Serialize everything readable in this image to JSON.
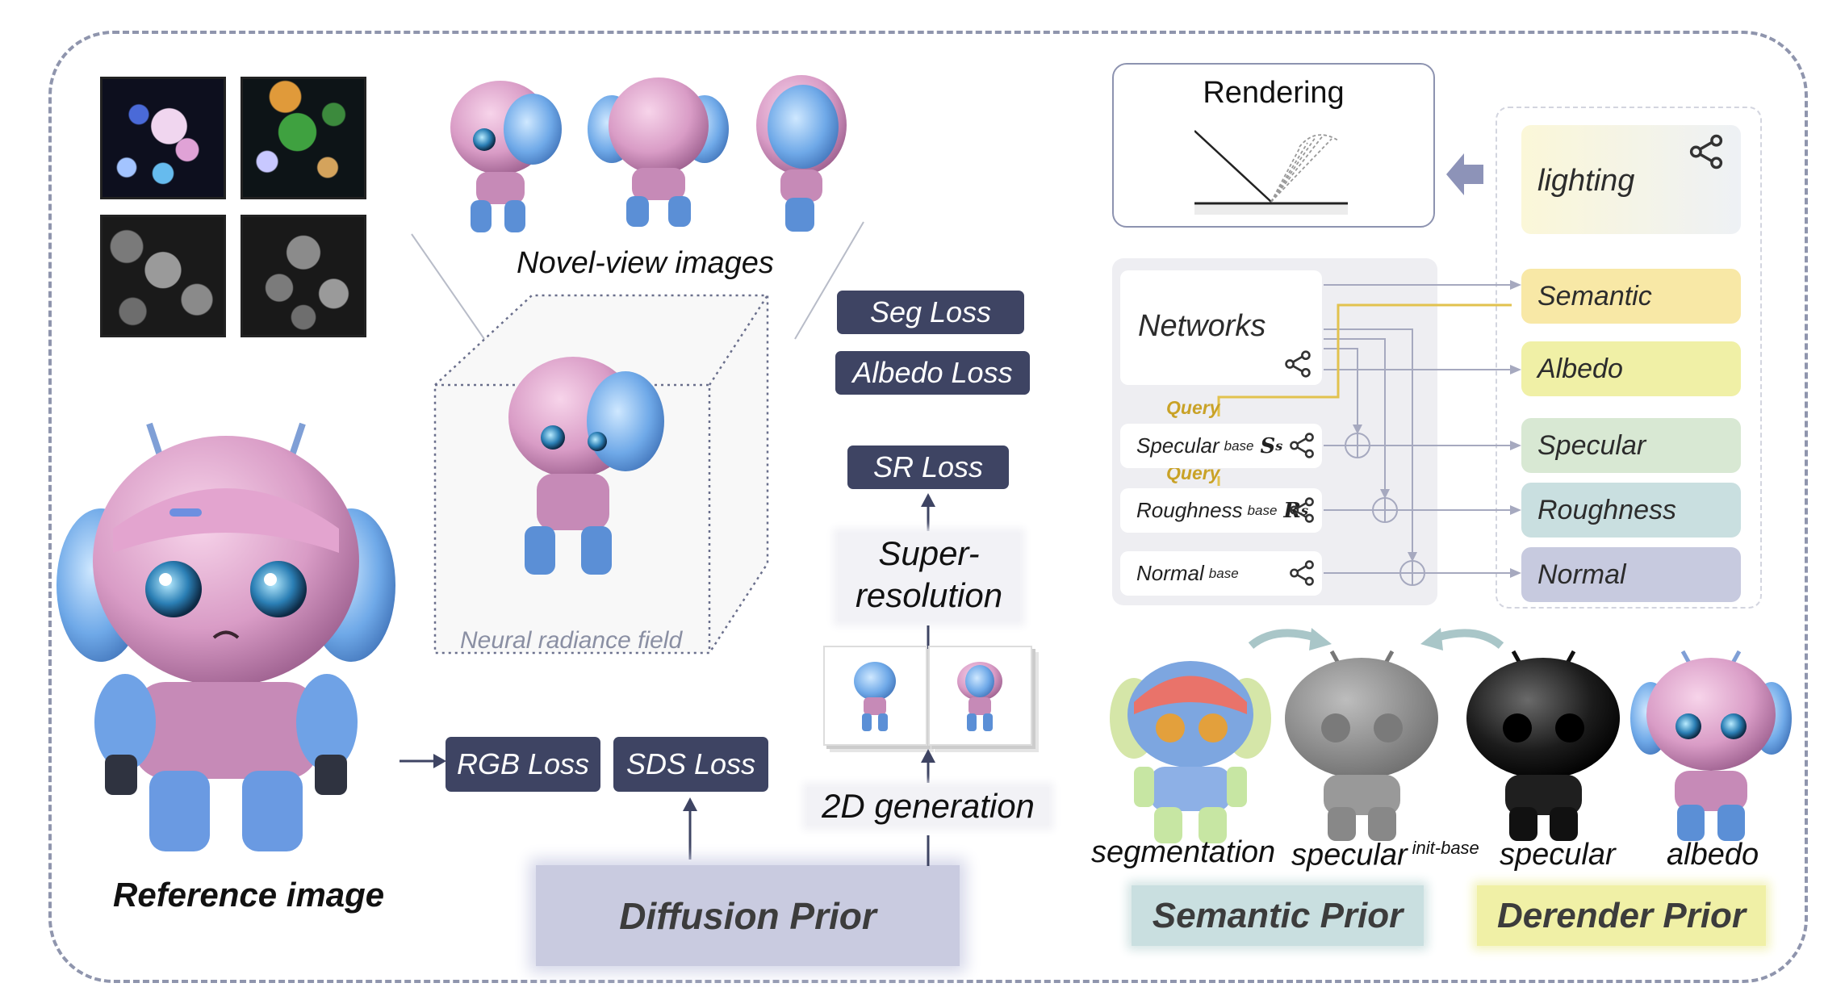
{
  "labels": {
    "novel_view": "Novel-view images",
    "nerf": "Neural radiance field",
    "reference": "Reference image",
    "super_resolution": "Super-\nresolution",
    "generation_2d": "2D generation",
    "rendering": "Rendering",
    "lighting": "lighting",
    "networks": "Networks",
    "query": "Query"
  },
  "losses": {
    "seg": "Seg Loss",
    "albedo": "Albedo Loss",
    "sr": "SR Loss",
    "rgb": "RGB Loss",
    "sds": "SDS Loss"
  },
  "priors": {
    "diffusion": "Diffusion Prior",
    "semantic": "Semantic Prior",
    "derender": "Derender Prior"
  },
  "sub_networks": [
    {
      "name": "Specular",
      "sup": "base",
      "var": "S",
      "var_sub": "s"
    },
    {
      "name": "Roughness",
      "sup": "base",
      "var": "R",
      "var_sub": "s"
    },
    {
      "name": "Normal",
      "sup": "base",
      "var": "",
      "var_sub": ""
    }
  ],
  "properties": [
    "Semantic",
    "Albedo",
    "Specular",
    "Roughness",
    "Normal"
  ],
  "outputs": {
    "segmentation": "segmentation",
    "specular_init": "specular",
    "specular_init_sup": "init-base",
    "specular": "specular",
    "albedo": "albedo"
  },
  "colors": {
    "loss_bg": "#3e4463",
    "semantic": "#f8e8a6",
    "albedo": "#f0f0a6",
    "specular": "#d8e8d3",
    "roughness": "#c9dfe0",
    "normal": "#c7cadf",
    "query": "#c9a227"
  }
}
